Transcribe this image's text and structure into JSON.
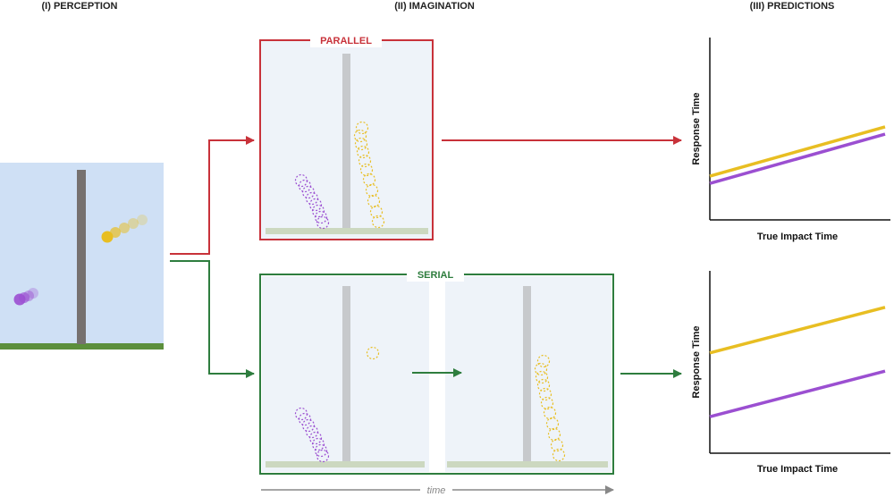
{
  "headings": {
    "perception": "(I) PERCEPTION",
    "imagination": "(II) IMAGINATION",
    "predictions": "(III) PREDICTIONS"
  },
  "boxes": {
    "parallel": "PARALLEL",
    "serial": "SERIAL"
  },
  "time_label": "time",
  "colors": {
    "parallel": "#c8323a",
    "serial": "#2e7d3e",
    "yellow_ball": "#e8be22",
    "purple_ball": "#9b4fd1",
    "scene_background": "#cfe0f5",
    "ground": "#5c8f3c",
    "wall": "#76716f",
    "imagined_wall": "#c7c9cc",
    "imagined_ground": "#ccd8c0",
    "imagined_background": "#eef3f9"
  },
  "chart_data": [
    {
      "type": "line",
      "xlabel": "True Impact Time",
      "ylabel": "Response Time",
      "xlim": [
        0,
        1
      ],
      "ylim": [
        0,
        1
      ],
      "series": [
        {
          "color": "#e8be22",
          "x": [
            0,
            1
          ],
          "y": [
            0.24,
            0.51
          ]
        },
        {
          "color": "#9b4fd1",
          "x": [
            0,
            1
          ],
          "y": [
            0.2,
            0.47
          ]
        }
      ]
    },
    {
      "type": "line",
      "xlabel": "True Impact Time",
      "ylabel": "Response Time",
      "xlim": [
        0,
        1
      ],
      "ylim": [
        0,
        1
      ],
      "series": [
        {
          "color": "#e8be22",
          "x": [
            0,
            1
          ],
          "y": [
            0.55,
            0.8
          ]
        },
        {
          "color": "#9b4fd1",
          "x": [
            0,
            1
          ],
          "y": [
            0.2,
            0.45
          ]
        }
      ]
    }
  ]
}
